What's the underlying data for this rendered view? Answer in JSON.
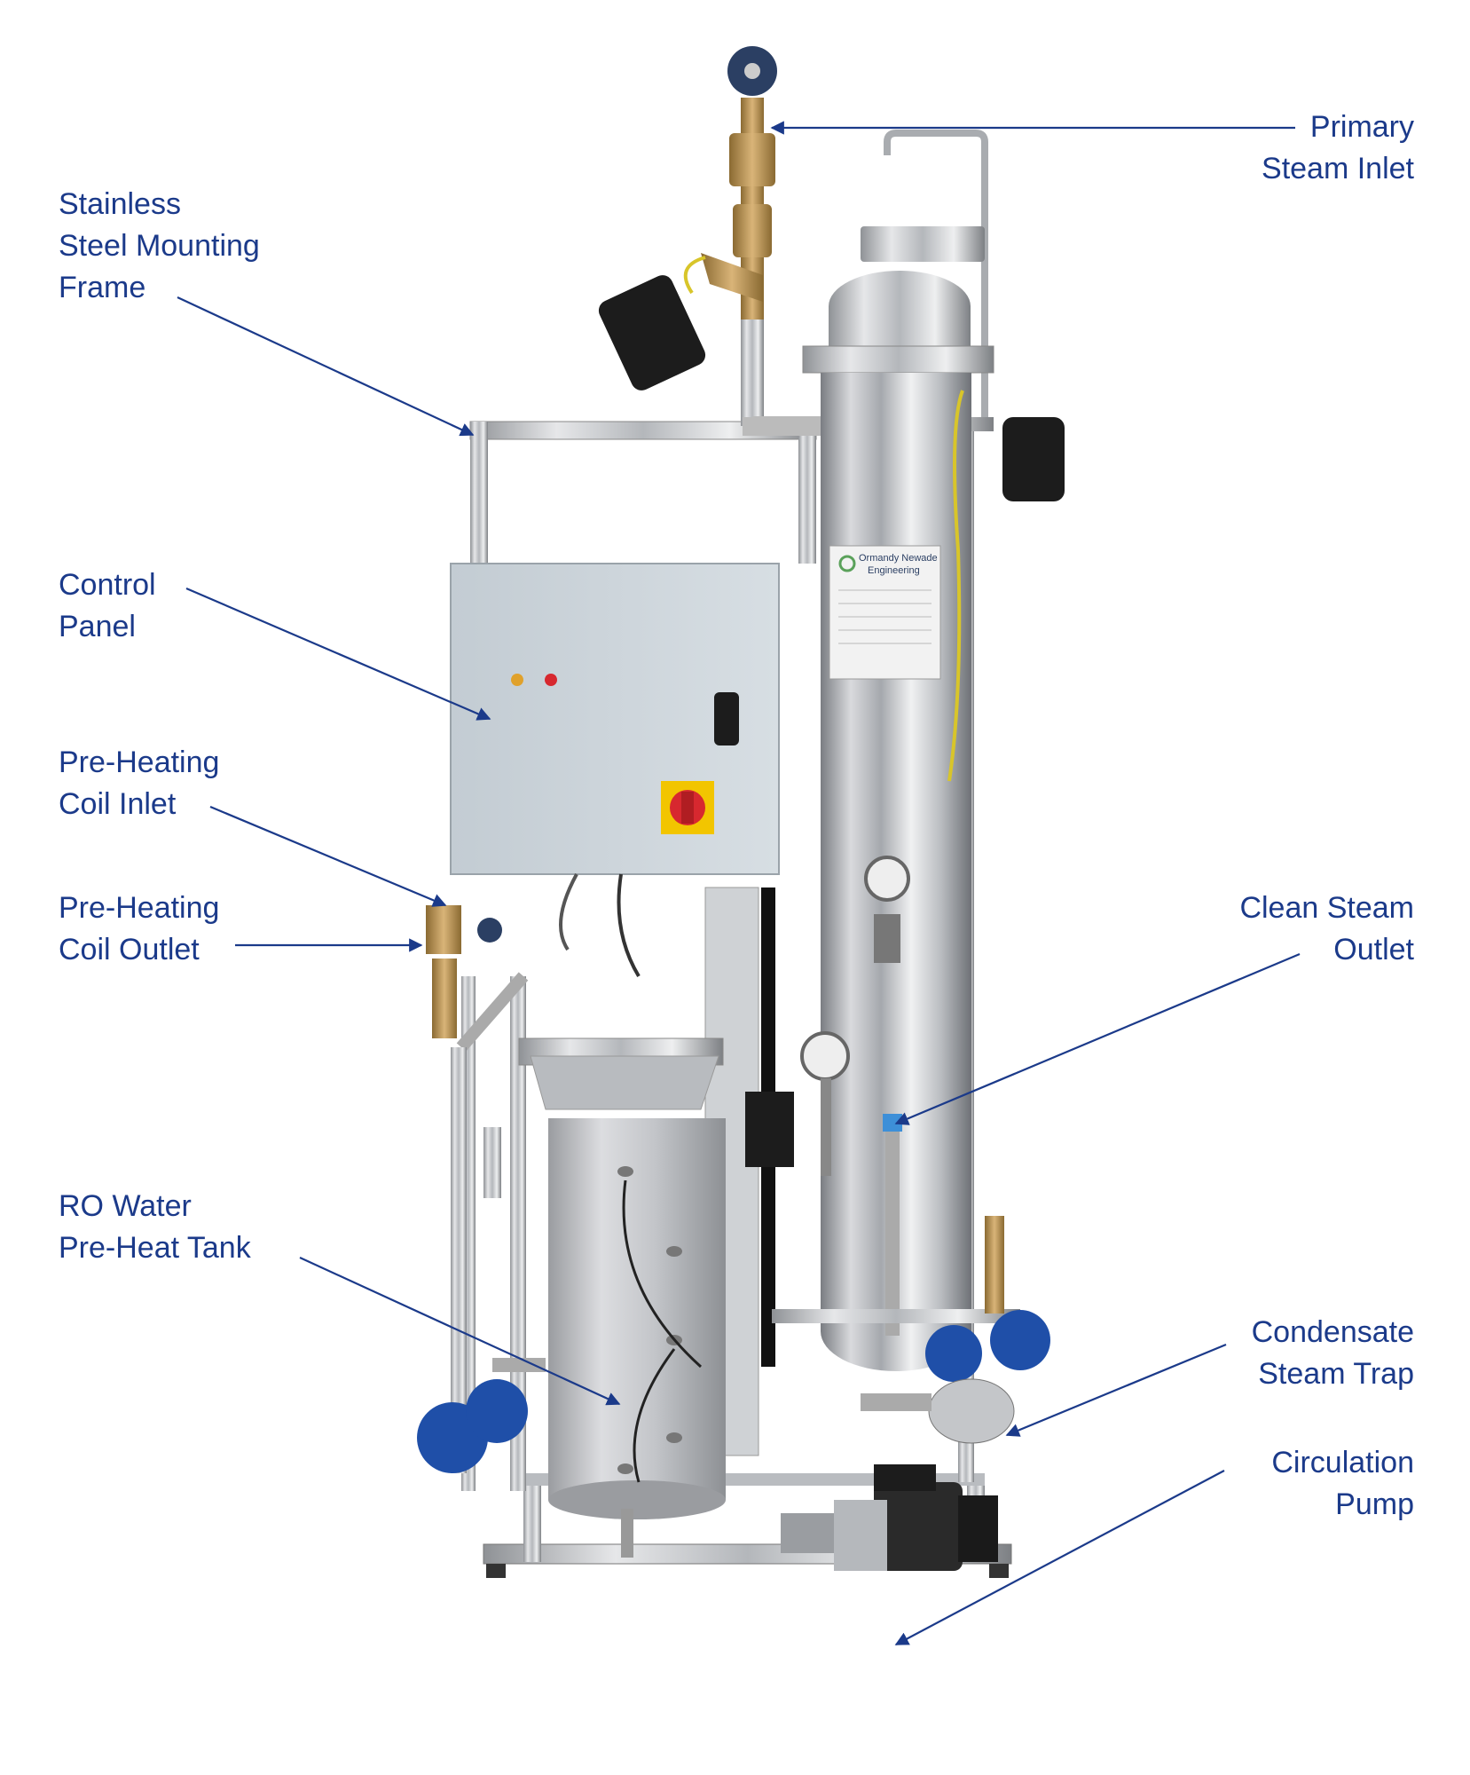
{
  "labels": {
    "primary_steam_inlet": [
      "Primary",
      "Steam Inlet"
    ],
    "mounting_frame": [
      "Stainless",
      "Steel Mounting",
      "Frame"
    ],
    "control_panel": [
      "Control",
      "Panel"
    ],
    "preheating_coil_inlet": [
      "Pre-Heating",
      "Coil Inlet"
    ],
    "preheating_coil_outlet": [
      "Pre-Heating",
      "Coil Outlet"
    ],
    "clean_steam_outlet": [
      "Clean Steam",
      "Outlet"
    ],
    "ro_water_tank": [
      "RO Water",
      "Pre-Heat Tank"
    ],
    "condensate_trap": [
      "Condensate",
      "Steam Trap"
    ],
    "circulation_pump": [
      "Circulation",
      "Pump"
    ]
  },
  "panel_plate": {
    "brand_line1": "Ormandy Newade",
    "brand_line2": "Engineering"
  },
  "colors": {
    "label": "#1b3a8a",
    "leader": "#1b3a8a",
    "steel": "#c7c9cc",
    "panel": "#cdd6dc",
    "brass": "#b08a4a",
    "trap_blue": "#1f4fa8",
    "pump_black": "#1a1a1a"
  }
}
